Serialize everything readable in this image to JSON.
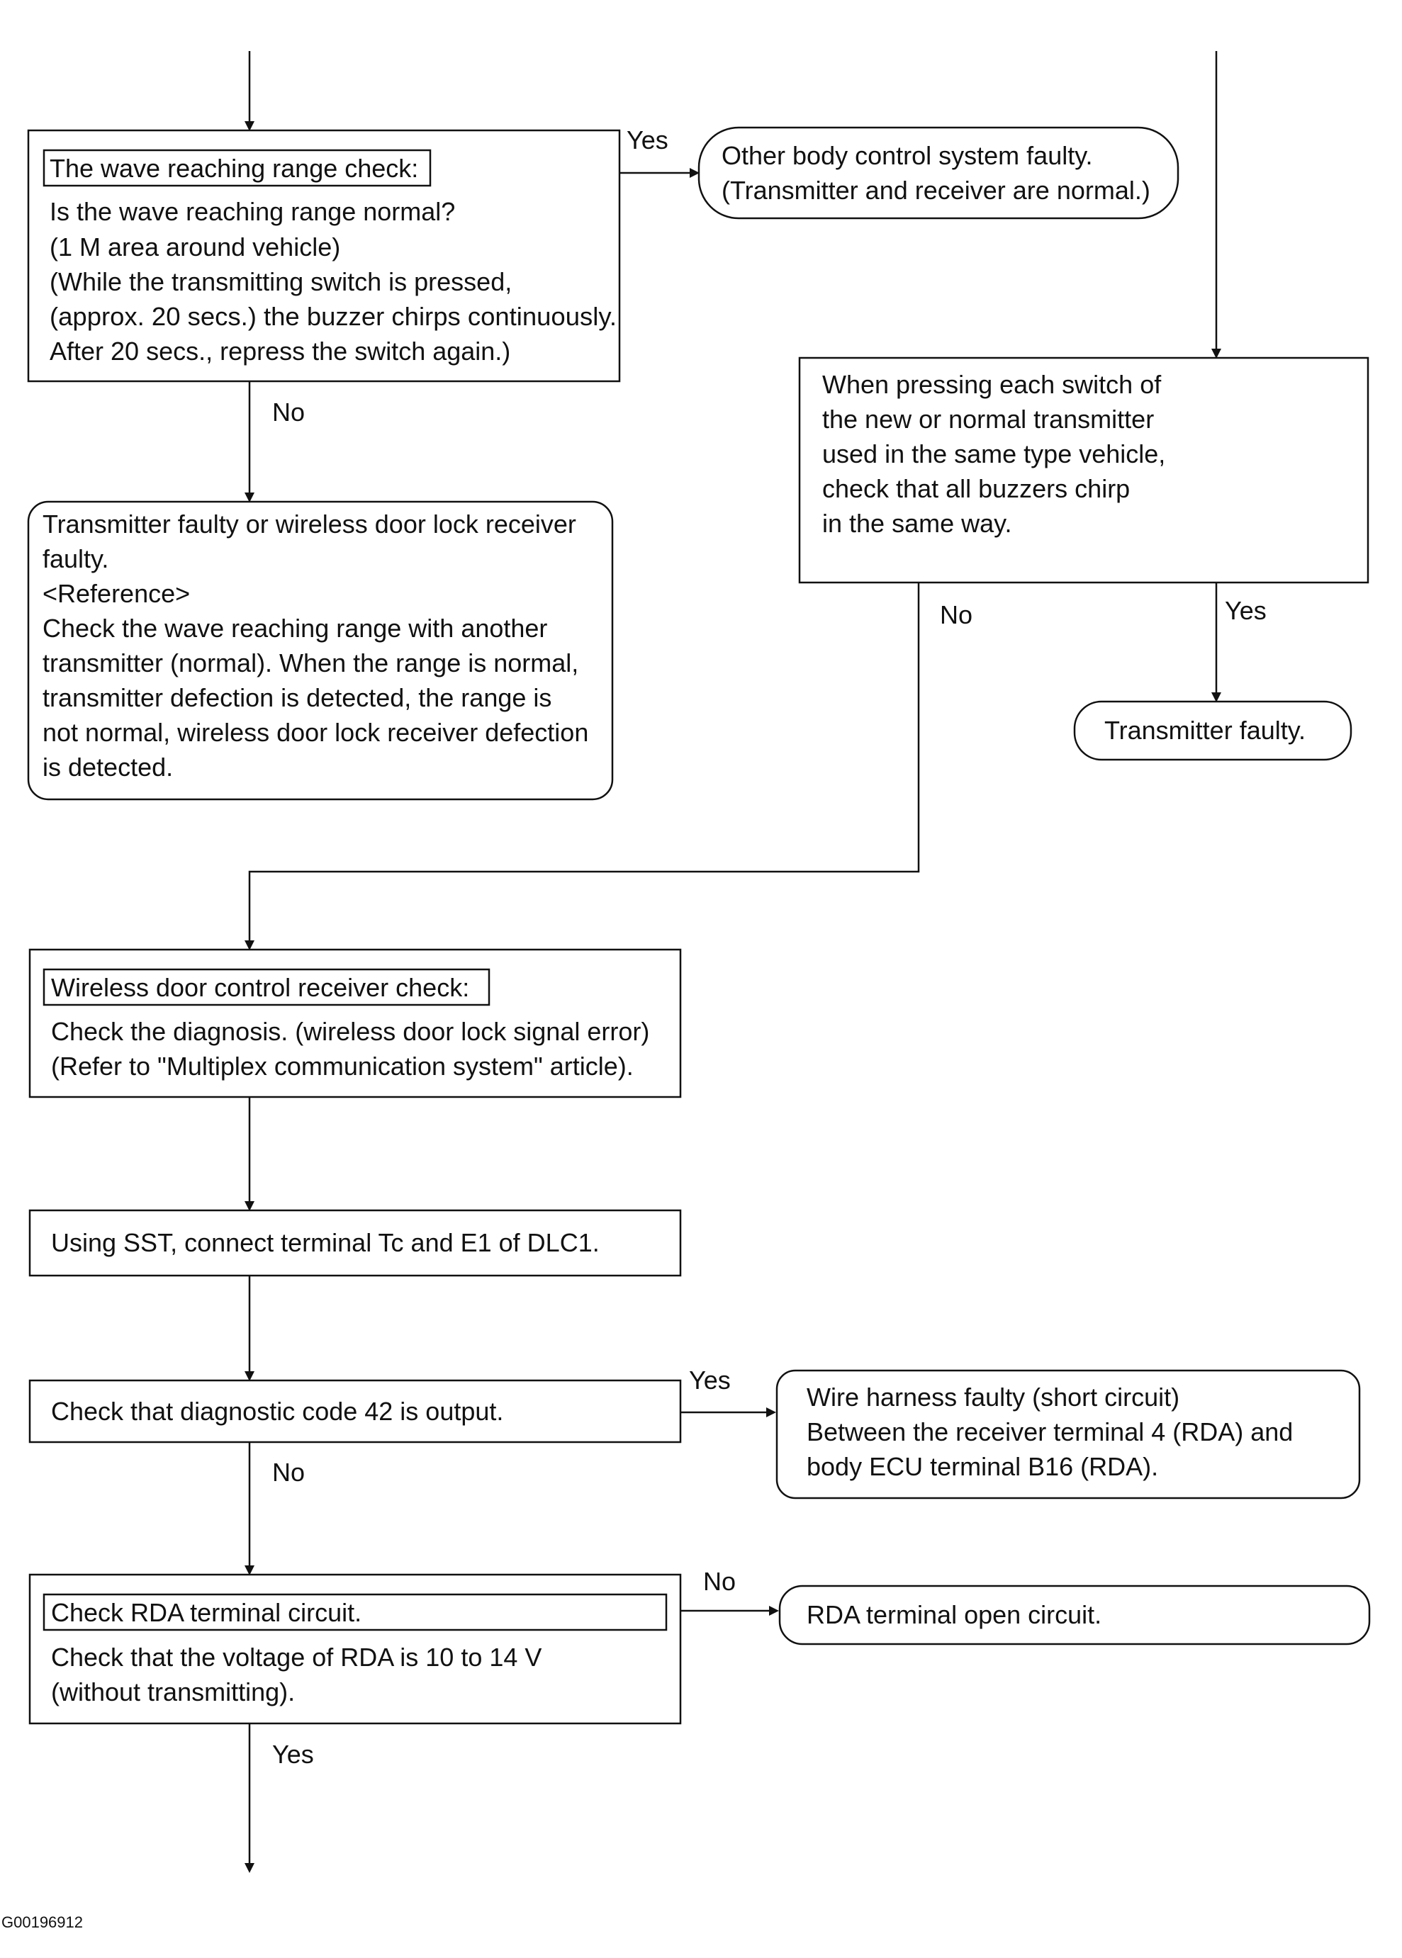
{
  "flowchart": {
    "wave_check": {
      "heading": "The wave reaching range check:",
      "lines": [
        "Is the wave reaching range normal?",
        "(1 M area around vehicle)",
        "(While the transmitting switch is pressed,",
        "(approx. 20 secs.) the buzzer chirps continuously.",
        "After 20 secs., repress the switch again.)"
      ]
    },
    "other_body": {
      "lines": [
        "Other body control system faulty.",
        "(Transmitter and receiver are normal.)"
      ]
    },
    "transmitter_or_receiver": {
      "lines": [
        "Transmitter faulty or wireless door lock receiver",
        "faulty.",
        "<Reference>",
        "Check the wave reaching range with another",
        "transmitter (normal). When the range is normal,",
        "transmitter defection is detected, the range is",
        "not normal, wireless door lock receiver defection",
        "is detected."
      ]
    },
    "pressing_switch": {
      "lines": [
        "When pressing each switch of",
        "the new or normal transmitter",
        "used in the same type vehicle,",
        "check that all buzzers chirp",
        "in the same way."
      ]
    },
    "transmitter_faulty": {
      "text": "Transmitter faulty."
    },
    "receiver_check": {
      "heading": "Wireless door control receiver check:",
      "lines": [
        "Check the diagnosis. (wireless door lock signal error)",
        "(Refer to \"Multiplex communication system\" article)."
      ]
    },
    "sst_step": {
      "text": "Using SST, connect terminal Tc and E1 of DLC1."
    },
    "code42": {
      "text": "Check that diagnostic code 42 is output."
    },
    "harness_faulty": {
      "lines": [
        "Wire harness faulty (short circuit)",
        "Between the receiver terminal 4 (RDA) and",
        "body ECU terminal B16 (RDA)."
      ]
    },
    "rda_check": {
      "heading": "Check RDA terminal circuit.",
      "lines": [
        "Check that the voltage of RDA is 10 to 14 V",
        "(without transmitting)."
      ]
    },
    "rda_open": {
      "text": "RDA terminal open circuit."
    },
    "labels": {
      "yes_wave": "Yes",
      "no_wave": "No",
      "no_pressing": "No",
      "yes_pressing": "Yes",
      "yes_code42": "Yes",
      "no_code42": "No",
      "no_rda": "No",
      "yes_rda": "Yes"
    },
    "figure_id": "G00196912"
  }
}
